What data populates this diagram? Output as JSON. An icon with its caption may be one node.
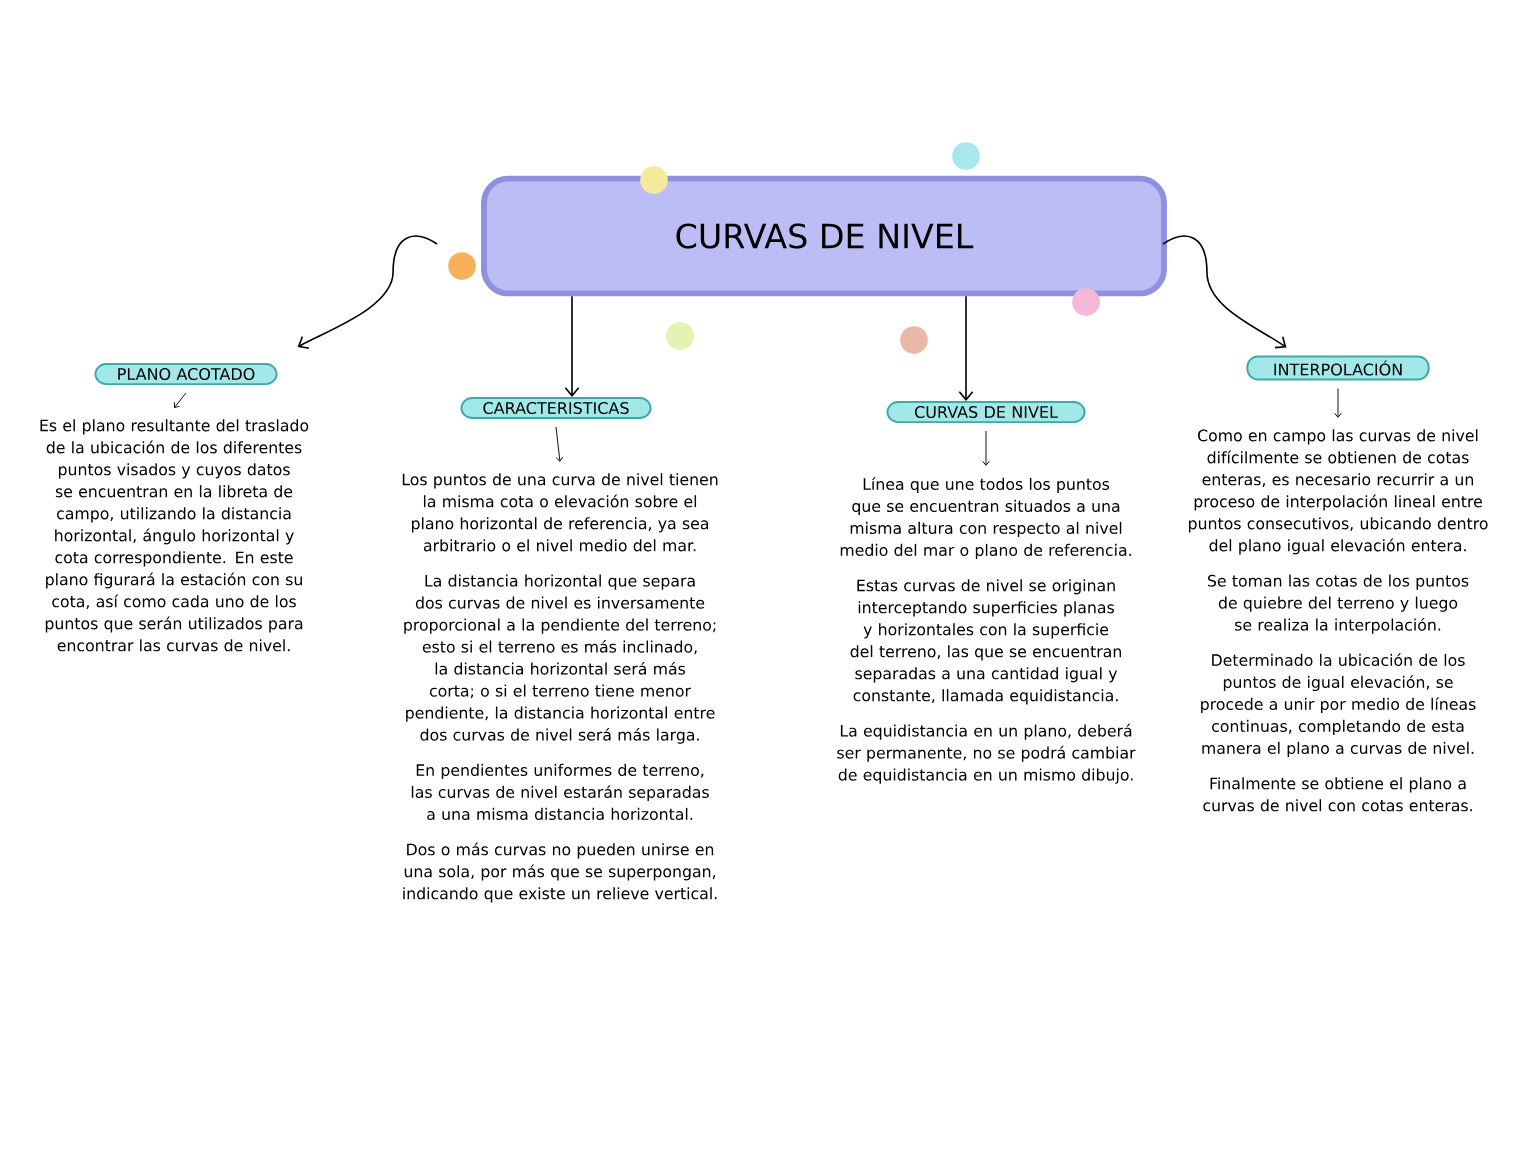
{
  "diagram": {
    "nodes": [
      {
        "text": [
          "CURVAS DE NIVEL"
        ]
      },
      {
        "text": [
          "PLANO ACOTADO"
        ]
      },
      {
        "text": [
          "CARACTERISTICAS"
        ]
      },
      {
        "text": [
          "CURVAS DE NIVEL"
        ]
      },
      {
        "text": [
          "INTERPOLACIÓN"
        ]
      },
      {
        "text": [
          "Es el plano resultante del traslado de la ubicación de los diferentes puntos visados y cuyos datos se encuentran en la libreta de campo, utilizando la distancia horizontal, ángulo horizontal y cota correspondiente. En este plano figurará la estación con su cota, así como cada uno de los puntos que serán utilizados para encontrar las curvas de nivel."
        ]
      },
      {
        "text": [
          "Los puntos de una curva de nivel tienen la misma cota o elevación sobre el plano horizontal de referencia, ya sea arbitrario o el nivel medio del mar.",
          "La distancia horizontal que separa dos curvas de nivel es inversamente proporcional a la pendiente del terreno; esto si el terreno es más inclinado, la distancia horizontal será más corta; o si el terreno tiene menor pendiente, la distancia horizontal entre dos curvas de nivel será más larga.",
          "En pendientes uniformes de terreno, las curvas de nivel estarán separadas a una misma distancia horizontal.",
          "Dos o más curvas no pueden unirse en una sola, por más que se superpongan, indicando que existe un relieve vertical."
        ]
      },
      {
        "text": [
          "Línea que une todos los puntos que se encuentran situados a una misma altura con respecto al nivel medio del mar o plano de referencia.",
          "Estas curvas de nivel se originan interceptando superficies planas y horizontales con la superficie del terreno, las que se encuentran separadas a una cantidad igual y constante, llamada equidistancia.",
          "La equidistancia en un plano, deberá ser permanente, no se podrá cambiar de equidistancia en un mismo dibujo."
        ]
      },
      {
        "text": [
          "Como en campo las curvas de nivel difícilmente se obtienen de cotas enteras, es necesario recurrir a un proceso de interpolación lineal entre puntos consecutivos, ubicando dentro del plano igual elevación entera.",
          "Se toman las cotas de los puntos de quiebre del terreno y luego se realiza la interpolación.",
          "Determinado la ubicación de los puntos de igual elevación, se procede a unir por medio de líneas continuas, completando de esta manera el plano a curvas de nivel.",
          "Finalmente se obtiene el plano a curvas de nivel con cotas enteras."
        ]
      }
    ],
    "edges": [
      {
        "from": 0,
        "to": 1,
        "arrow": "to"
      },
      {
        "from": 0,
        "to": 2,
        "arrow": "to"
      },
      {
        "from": 0,
        "to": 3,
        "arrow": "to"
      },
      {
        "from": 0,
        "to": 4,
        "arrow": "to"
      },
      {
        "from": 1,
        "to": 5,
        "arrow": "to"
      },
      {
        "from": 2,
        "to": 6,
        "arrow": "to"
      },
      {
        "from": 3,
        "to": 7,
        "arrow": "to"
      },
      {
        "from": 4,
        "to": 8,
        "arrow": "to"
      }
    ]
  }
}
